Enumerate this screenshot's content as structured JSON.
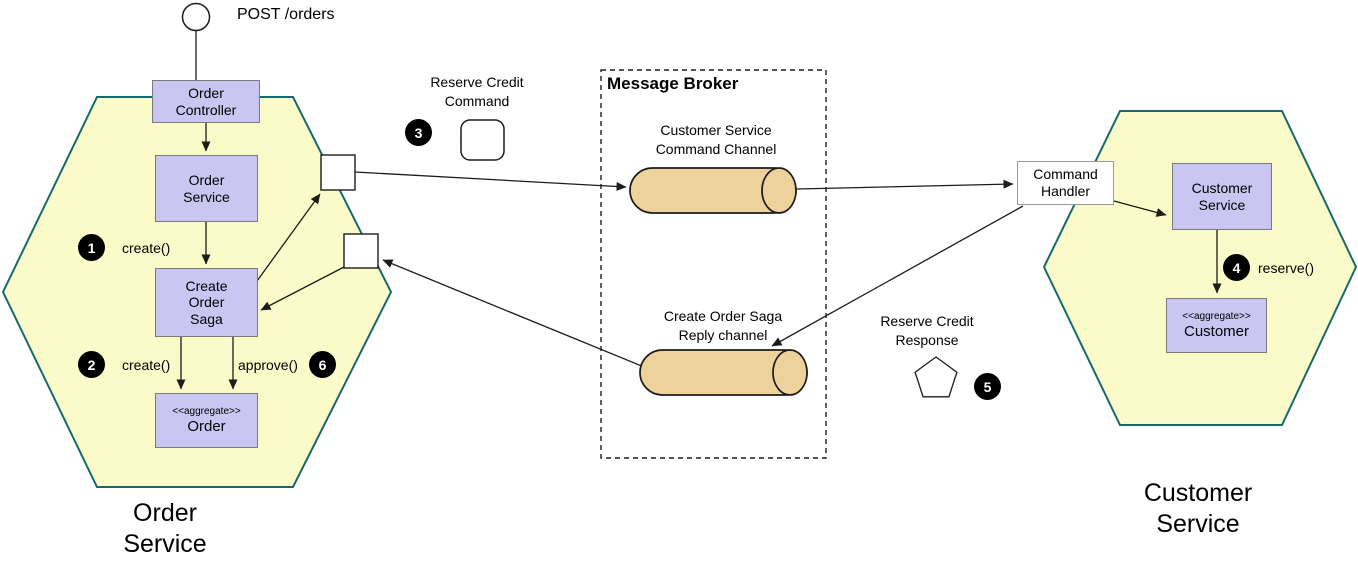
{
  "start": {
    "label": "POST /orders"
  },
  "order": {
    "title": [
      "Order",
      "Service"
    ],
    "controller": [
      "Order",
      "Controller"
    ],
    "service": [
      "Order",
      "Service"
    ],
    "saga": [
      "Create",
      "Order",
      "Saga"
    ],
    "aggregate": {
      "stereotype": "<<aggregate>>",
      "name": "Order"
    },
    "steps": {
      "s1": {
        "n": "1",
        "label": "create()"
      },
      "s2": {
        "n": "2",
        "label": "create()"
      },
      "s6": {
        "n": "6",
        "label": "approve()"
      }
    }
  },
  "broker": {
    "title": "Message Broker",
    "command_channel": [
      "Customer Service",
      "Command Channel"
    ],
    "reply_channel": [
      "Create Order Saga",
      "Reply channel"
    ]
  },
  "messages": {
    "command": {
      "step": "3",
      "label": [
        "Reserve Credit",
        "Command"
      ]
    },
    "response": {
      "step": "5",
      "label": [
        "Reserve Credit",
        "Response"
      ]
    }
  },
  "customer": {
    "title": [
      "Customer",
      "Service"
    ],
    "handler": [
      "Command",
      "Handler"
    ],
    "service": [
      "Customer",
      "Service"
    ],
    "aggregate": {
      "stereotype": "<<aggregate>>",
      "name": "Customer"
    },
    "steps": {
      "s4": {
        "n": "4",
        "label": "reserve()"
      }
    }
  },
  "colors": {
    "hexagon_fill": "#FBFBC9",
    "hexagon_border": "#166A6D",
    "component_fill": "#C9C6F2",
    "component_border": "#7A7A7A",
    "channel_fill": "#EDD29B",
    "badge_fill": "#000000",
    "badge_text": "#FFFFFF"
  }
}
